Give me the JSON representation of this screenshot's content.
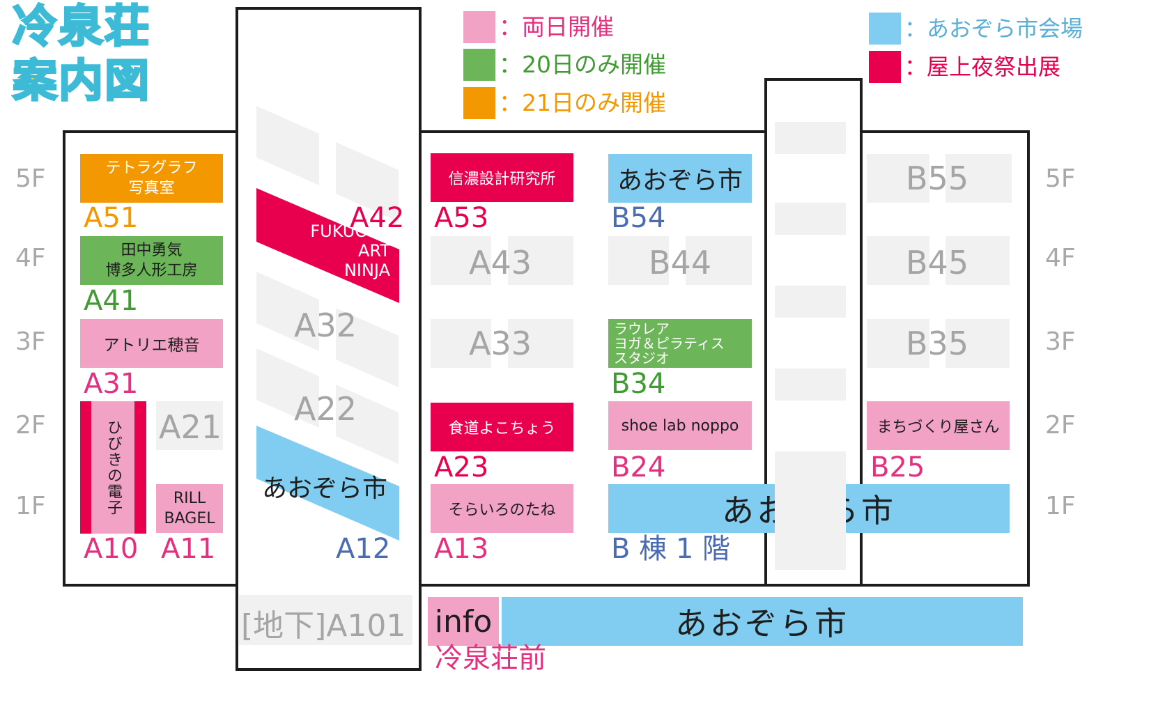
{
  "title": {
    "line1": "冷泉荘",
    "line2": "案内図"
  },
  "legend": {
    "both_days": {
      "label": "：両日開催",
      "color": "#f2a2c5"
    },
    "day20": {
      "label": "：20日のみ開催",
      "color": "#6cb558"
    },
    "day21": {
      "label": "：21日のみ開催",
      "color": "#f39800"
    },
    "aozora": {
      "label": "：あおぞら市会場",
      "color": "#80cdf1"
    },
    "rooftop": {
      "label": "：屋上夜祭出展",
      "color": "#e8004e"
    }
  },
  "floors": {
    "f5": "5F",
    "f4": "4F",
    "f3": "3F",
    "f2": "2F",
    "f1": "1F"
  },
  "booths": {
    "a51": {
      "name": "テトラグラフ\n写真室",
      "code": "A51"
    },
    "a41": {
      "name": "田中勇気\n博多人形工房",
      "code": "A41"
    },
    "a31": {
      "name": "アトリエ穂音",
      "code": "A31"
    },
    "a10": {
      "name": "ひびきの電子",
      "code": "A10"
    },
    "a21": {
      "code": "A21"
    },
    "a11": {
      "name": "RILL\nBAGEL",
      "code": "A11"
    },
    "a42": {
      "name": "FUKUOKA\nART\nNINJA",
      "code": "A42"
    },
    "a32": {
      "code": "A32"
    },
    "a22": {
      "code": "A22"
    },
    "a12": {
      "name": "あおぞら市",
      "code": "A12"
    },
    "a101": {
      "label": "[地下]A101"
    },
    "a53": {
      "name": "信濃設計研究所",
      "code": "A53"
    },
    "a43": {
      "code": "A43"
    },
    "a33": {
      "code": "A33"
    },
    "a23": {
      "name": "食道よこちょう",
      "code": "A23"
    },
    "a13": {
      "name": "そらいろのたね",
      "code": "A13"
    },
    "b54": {
      "name": "あおぞら市",
      "code": "B54"
    },
    "b44": {
      "code": "B44"
    },
    "b34": {
      "name": "ラウレア\nヨガ＆ピラティス\nスタジオ",
      "code": "B34"
    },
    "b24": {
      "name": "shoe lab noppo",
      "code": "B24"
    },
    "b1": {
      "name": "あおぞら市",
      "code": "B 棟 1 階"
    },
    "b55": {
      "code": "B55"
    },
    "b45": {
      "code": "B45"
    },
    "b35": {
      "code": "B35"
    },
    "b25": {
      "name": "まちづくり屋さん",
      "code": "B25"
    }
  },
  "front": {
    "info": "info",
    "aozora": "あおぞら市",
    "label": "冷泉荘前"
  }
}
